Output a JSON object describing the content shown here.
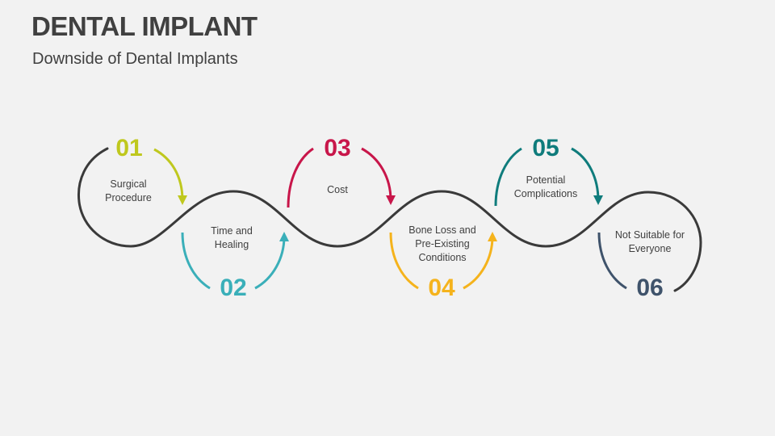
{
  "header": {
    "title": "DENTAL IMPLANT",
    "subtitle": "Downside of Dental Implants"
  },
  "colors": {
    "background": "#f2f2f2",
    "text": "#404040",
    "wave": "#3a3a3a",
    "step01": "#bfc81e",
    "step02": "#3aafb9",
    "step03": "#c8164a",
    "step04": "#f5b31c",
    "step05": "#0f7c7c",
    "step06": "#3f536b"
  },
  "steps": [
    {
      "number": "01",
      "label_line1": "Surgical",
      "label_line2": "Procedure",
      "label_line3": ""
    },
    {
      "number": "02",
      "label_line1": "Time and",
      "label_line2": "Healing",
      "label_line3": ""
    },
    {
      "number": "03",
      "label_line1": "Cost",
      "label_line2": "",
      "label_line3": ""
    },
    {
      "number": "04",
      "label_line1": "Bone Loss and",
      "label_line2": "Pre-Existing",
      "label_line3": "Conditions"
    },
    {
      "number": "05",
      "label_line1": "Potential",
      "label_line2": "Complications",
      "label_line3": ""
    },
    {
      "number": "06",
      "label_line1": "Not Suitable for",
      "label_line2": "Everyone",
      "label_line3": ""
    }
  ]
}
